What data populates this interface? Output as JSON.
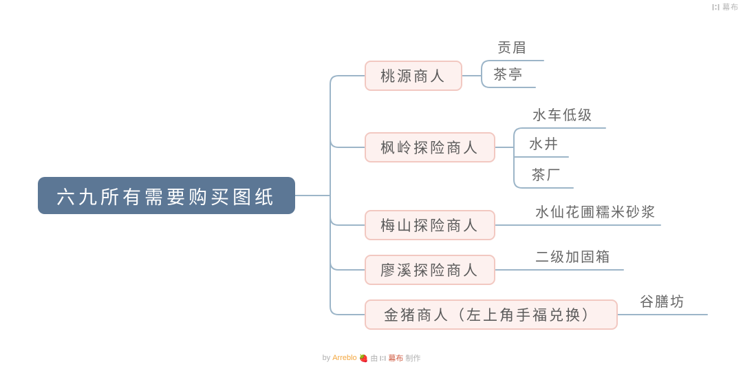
{
  "brand": {
    "corner_logo_text": "幕布"
  },
  "root": {
    "label": "六九所有需要购买图纸"
  },
  "branches": [
    {
      "label": "桃源商人",
      "children": [
        "贡眉",
        "茶亭"
      ]
    },
    {
      "label": "枫岭探险商人",
      "children": [
        "水车低级",
        "水井",
        "茶厂"
      ]
    },
    {
      "label": "梅山探险商人",
      "children": [
        "水仙花圃糯米砂浆"
      ]
    },
    {
      "label": "廖溪探险商人",
      "children": [
        "二级加固箱"
      ]
    },
    {
      "label": "金猪商人（左上角手福兑换）",
      "children": [
        "谷膳坊"
      ]
    }
  ],
  "footer": {
    "by": "by",
    "author": "Arreblo",
    "emoji": "🍓",
    "made_prefix": "由",
    "brand": "幕布",
    "made_suffix": "制作"
  },
  "colors": {
    "root_background": "#5c7795",
    "root_text": "#ffffff",
    "branch_background": "#fdf1ef",
    "branch_border": "#f2c8c1",
    "connector_line": "#9cb5c8",
    "node_text": "#5a5a5a",
    "leaf_text": "#666666",
    "watermark_gray": "#b0b0b0",
    "author_orange": "#f3a73f",
    "brand_red": "#cf5b41"
  }
}
